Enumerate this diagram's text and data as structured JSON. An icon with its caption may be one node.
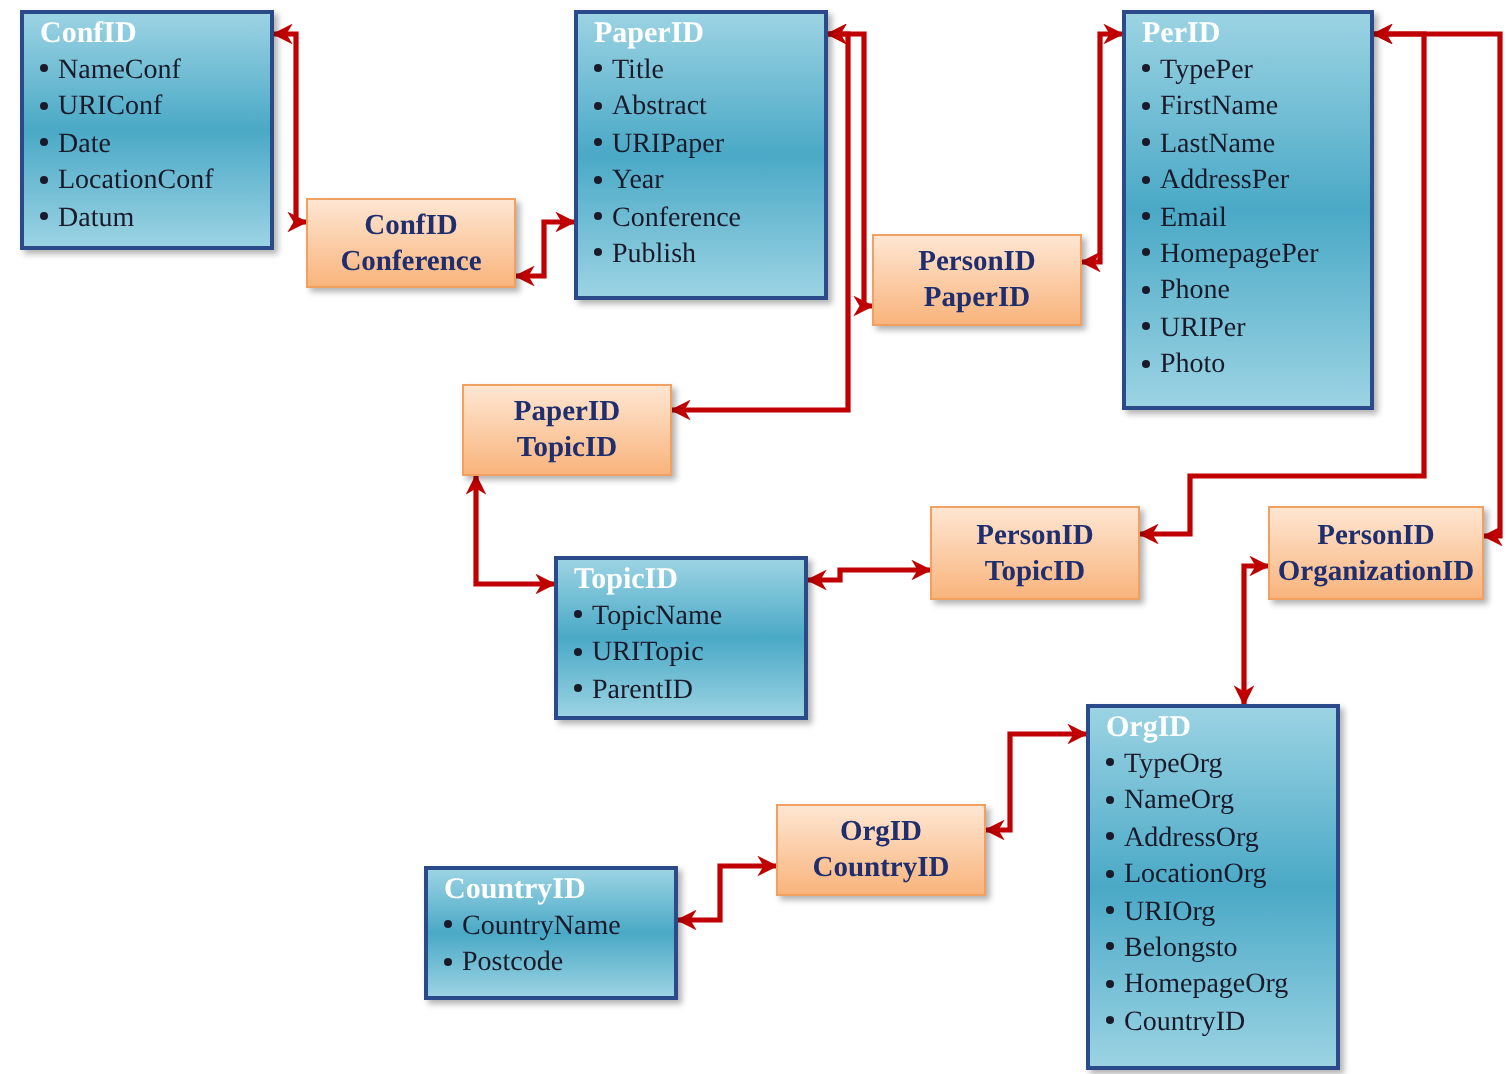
{
  "diagram": {
    "nodes": [
      {
        "text": [
          "ConfID",
          "NameConf",
          "URIConf",
          "Date",
          "LocationConf",
          "Datum"
        ]
      },
      {
        "text": [
          "ConfID",
          "Conference"
        ]
      },
      {
        "text": [
          "PaperID",
          "Title",
          "Abstract",
          "URIPaper",
          "Year",
          "Conference",
          "Publish"
        ]
      },
      {
        "text": [
          "PersonID",
          "PaperID"
        ]
      },
      {
        "text": [
          "PerID",
          "TypePer",
          "FirstName",
          "LastName",
          "AddressPer",
          "Email",
          "HomepagePer",
          "Phone",
          "URIPer",
          "Photo"
        ]
      },
      {
        "text": [
          "PaperID",
          "TopicID"
        ]
      },
      {
        "text": [
          "TopicID",
          "TopicName",
          "URITopic",
          "ParentID"
        ]
      },
      {
        "text": [
          "PersonID",
          "TopicID"
        ]
      },
      {
        "text": [
          "PersonID",
          "OrganizationID"
        ]
      },
      {
        "text": [
          "OrgID",
          "TypeOrg",
          "NameOrg",
          "AddressOrg",
          "LocationOrg",
          "URIOrg",
          "Belongsto",
          "HomepageOrg",
          "CountryID"
        ]
      },
      {
        "text": [
          "OrgID",
          "CountryID"
        ]
      },
      {
        "text": [
          "CountryID",
          "CountryName",
          "Postcode"
        ]
      }
    ],
    "edges": [
      {
        "from": 0,
        "to": 1,
        "arrow": "both"
      },
      {
        "from": 1,
        "to": 2,
        "arrow": "both"
      },
      {
        "from": 2,
        "to": 3,
        "arrow": "both"
      },
      {
        "from": 2,
        "to": 5,
        "arrow": "both"
      },
      {
        "from": 3,
        "to": 4,
        "arrow": "both"
      },
      {
        "from": 4,
        "to": 7,
        "arrow": "both"
      },
      {
        "from": 4,
        "to": 8,
        "arrow": "both"
      },
      {
        "from": 5,
        "to": 6,
        "arrow": "both"
      },
      {
        "from": 6,
        "to": 7,
        "arrow": "both"
      },
      {
        "from": 8,
        "to": 9,
        "arrow": "both"
      },
      {
        "from": 9,
        "to": 10,
        "arrow": "both"
      },
      {
        "from": 10,
        "to": 11,
        "arrow": "both"
      }
    ]
  }
}
